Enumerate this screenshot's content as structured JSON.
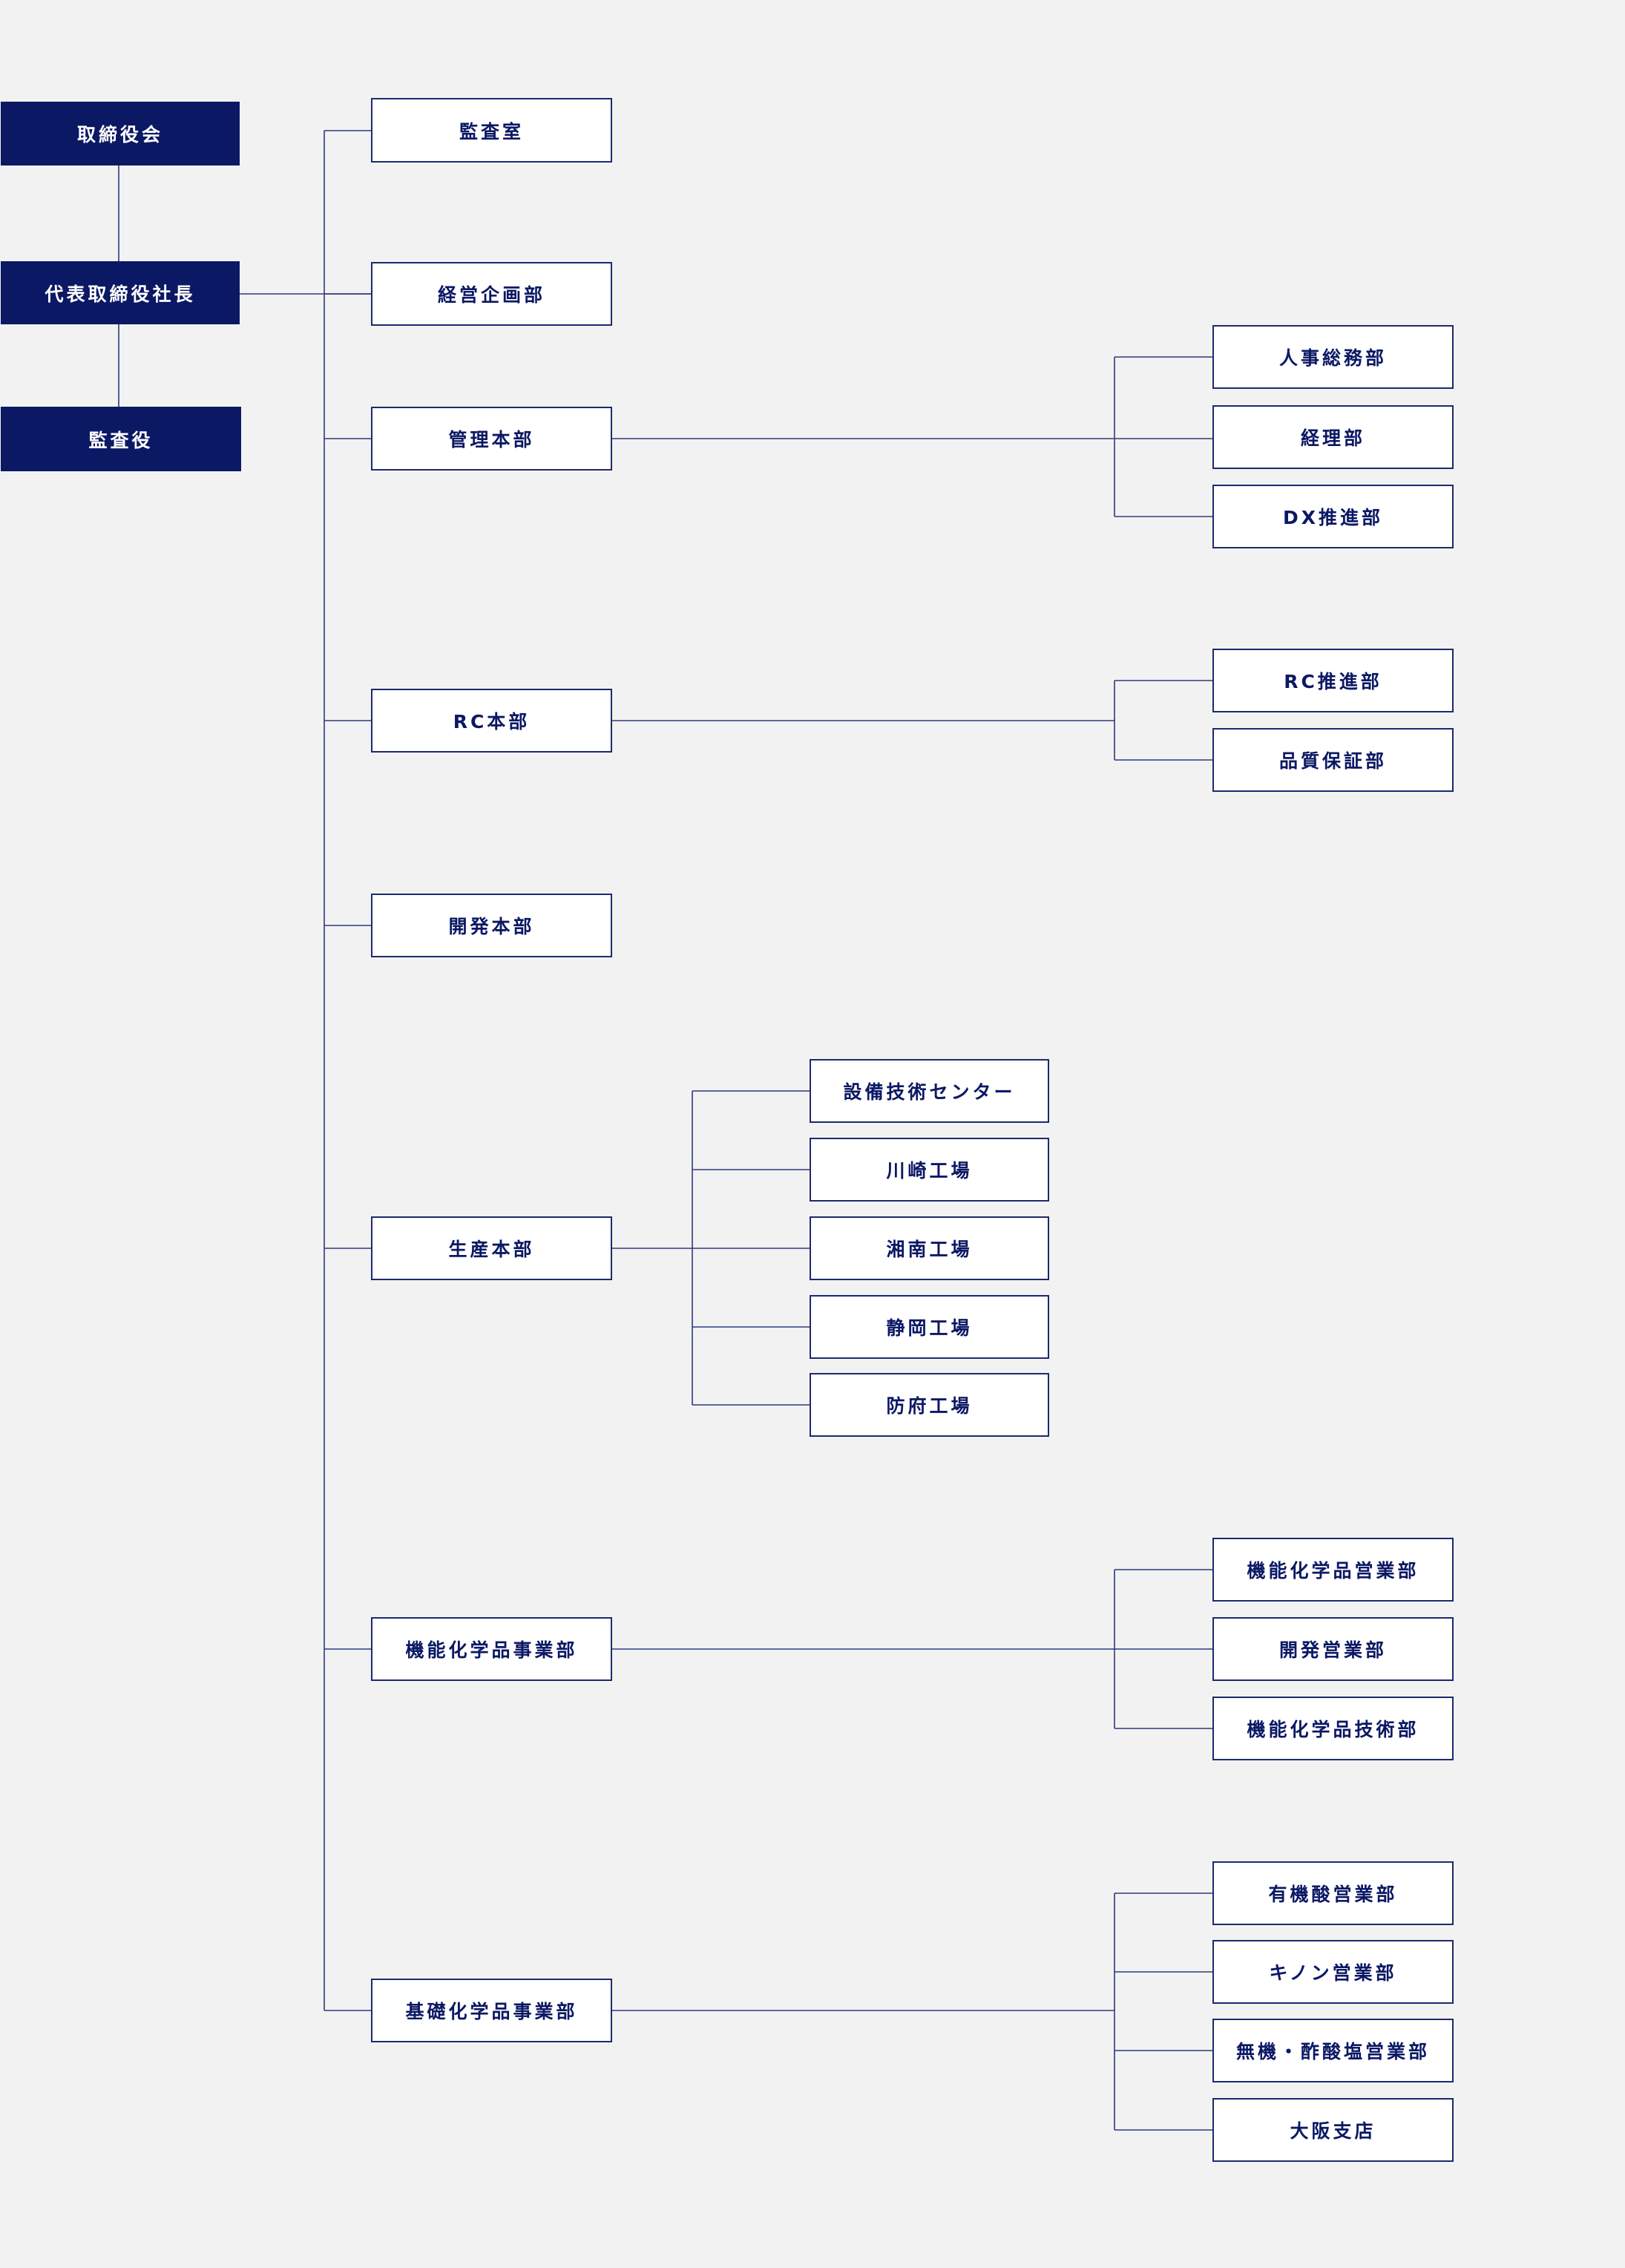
{
  "colors": {
    "navy": "#0b1864",
    "line": "#2c3a7c",
    "background": "#f2f2f2"
  },
  "executive": {
    "board": "取締役会",
    "president": "代表取締役社長",
    "auditor": "監査役"
  },
  "divisions": {
    "audit_office": "監査室",
    "corporate_planning": "経営企画部",
    "administration": {
      "label": "管理本部",
      "children": [
        "人事総務部",
        "経理部",
        "DX推進部"
      ]
    },
    "rc": {
      "label": "RC本部",
      "children": [
        "RC推進部",
        "品質保証部"
      ]
    },
    "development": "開発本部",
    "production": {
      "label": "生産本部",
      "children": [
        "設備技術センター",
        "川崎工場",
        "湘南工場",
        "静岡工場",
        "防府工場"
      ]
    },
    "functional_chemicals": {
      "label": "機能化学品事業部",
      "children": [
        "機能化学品営業部",
        "開発営業部",
        "機能化学品技術部"
      ]
    },
    "basic_chemicals": {
      "label": "基礎化学品事業部",
      "children": [
        "有機酸営業部",
        "キノン営業部",
        "無機・酢酸塩営業部",
        "大阪支店"
      ]
    }
  }
}
